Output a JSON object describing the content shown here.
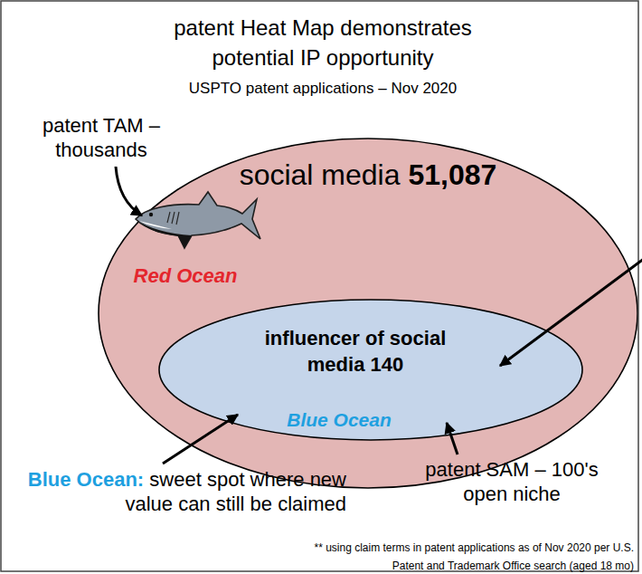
{
  "diagram": {
    "title": "patent Heat Map demonstrates potential IP opportunity",
    "nodes": [
      {
        "text": [
          "social media",
          "51,087",
          "Red Ocean"
        ]
      },
      {
        "text": [
          "influencer of social media 140",
          "Blue Ocean"
        ],
        "in": 0
      }
    ],
    "labels": [
      "USPTO patent applications – Nov 2020",
      "patent TAM – thousands",
      "Blue Ocean:",
      "sweet spot where new value can still be claimed",
      "patent SAM – 100's open niche",
      "** using claim terms in patent applications as of Nov 2020 per U.S. Patent and Trademark Office search (aged 18 mo)"
    ]
  }
}
